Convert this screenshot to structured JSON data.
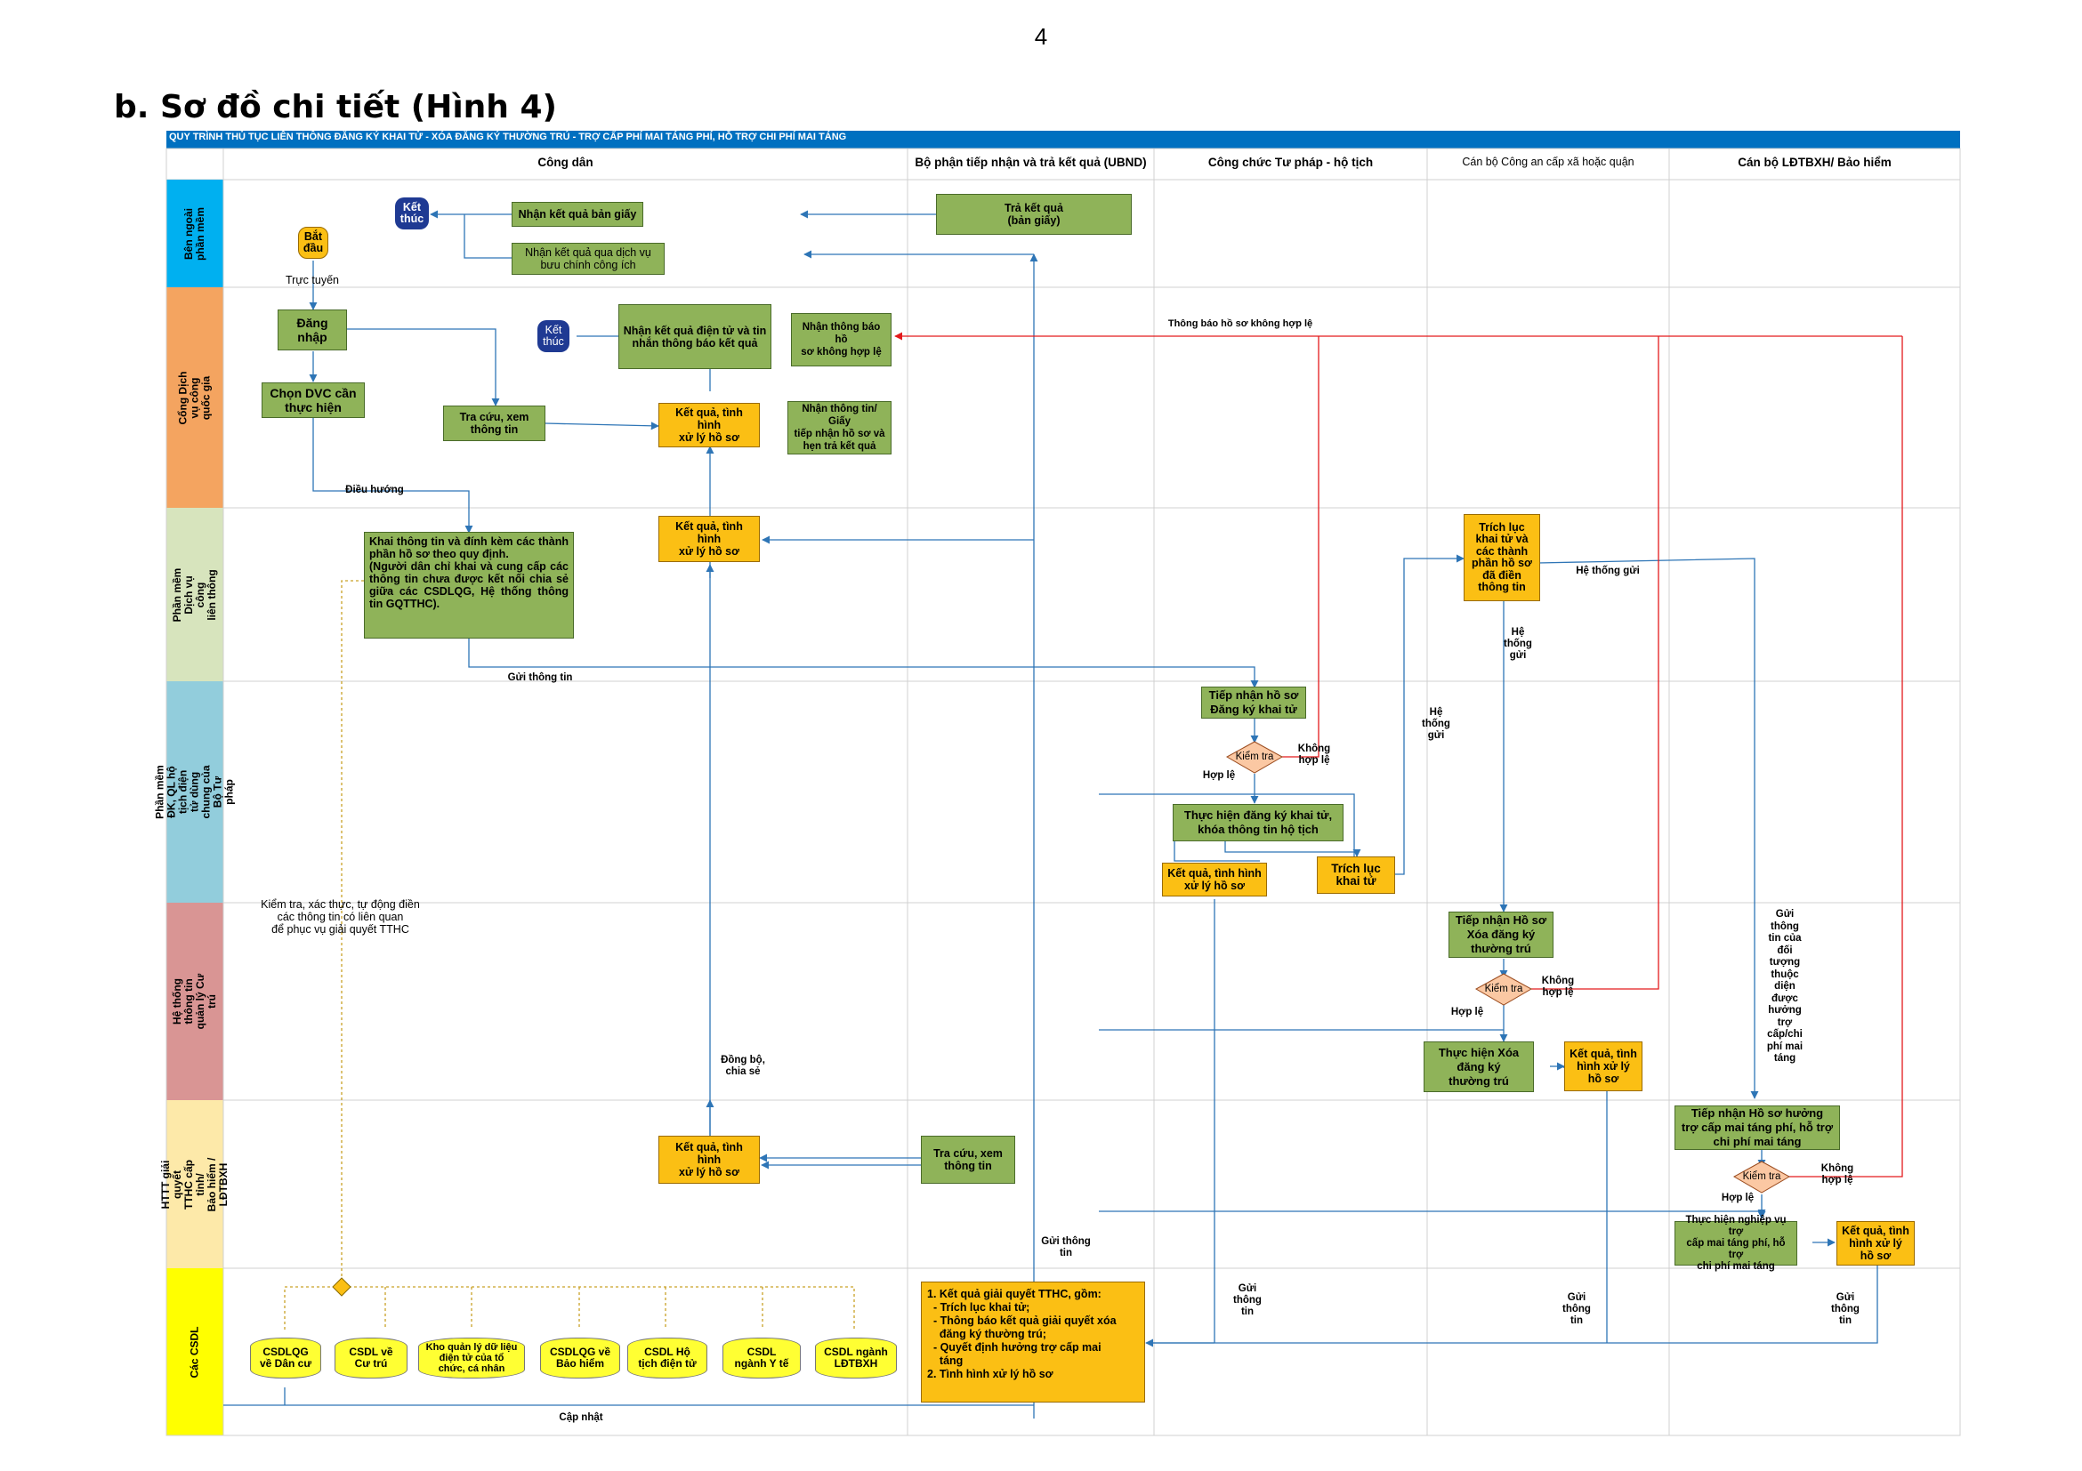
{
  "page_number": "4",
  "heading": "b.  Sơ đồ chi tiết (Hình 4)",
  "banner": "QUY TRÌNH THỦ TỤC LIÊN THÔNG ĐĂNG KÝ KHAI TỬ - XÓA ĐĂNG KÝ THƯỜNG TRÚ - TRỢ CẤP PHÍ MAI TÁNG PHÍ, HỖ TRỢ CHI PHÍ MAI TÁNG",
  "columns": [
    "Công dân",
    "Bộ phận tiếp nhận và trả kết quả (UBND)",
    "Công chức Tư pháp - hộ tịch",
    "Cán bộ Công an cấp xã hoặc quận",
    "Cán bộ LĐTBXH/ Bảo hiểm"
  ],
  "lanes": [
    "Bên ngoài phần mềm",
    "Cổng Dịch vụ công\nquốc gia",
    "Phần mềm Dịch vụ công\nliên thông",
    "Phần mềm ĐK, QL hộ tịch điện tử dùng\nchung của Bộ Tư pháp",
    "Hệ thống thông tin quản lý Cư trú",
    "HTTT giải quyết TTHC cấp tỉnh/\nBảo hiểm / LĐTBXH",
    "Các CSDL"
  ],
  "colors": {
    "banner": "#0070c0",
    "lane_cyan": "#00b0f0",
    "lane_orange": "#f4a460",
    "lane_sage": "#d7e4bd",
    "lane_blue": "#92cddc",
    "lane_pink": "#d99594",
    "lane_cream": "#fde9a9",
    "lane_yellow": "#ffff00",
    "green": "#8fb359",
    "orange": "#fbbf14",
    "flow_blue": "#2e75b6",
    "flow_red": "#e31a1c",
    "flow_gold": "#c9a227"
  },
  "nodes": {
    "ket_thuc_1": "Kết\nthúc",
    "nhan_kq_giay": "Nhận kết quả bản giấy",
    "nhan_kq_buu_chinh": "Nhận kết quả qua dịch vụ\nbưu chính công ích",
    "tra_ket_qua": "Trả kết quả\n(bản giấy)",
    "bat_dau": "Bắt\nđầu",
    "dang_nhap": "Đăng nhập",
    "chon_dvc": "Chọn DVC cần\nthực hiện",
    "tra_cuu_1": "Tra cứu, xem\nthông tin",
    "ket_thuc_2": "Kết\nthúc",
    "nhan_kq_dien_tu": "Nhận kết quả điện tử và tin\nnhắn thông báo kết quả",
    "nhan_tb_khong_hop_le": "Nhận thông báo hồ\nsơ không hợp lệ",
    "kq_tinh_hinh_1": "Kết quả, tình hình\nxử lý hồ sơ",
    "nhan_thong_tin_giay_tiep_nhan": "Nhận thông tin/ Giấy\ntiếp nhận hồ sơ và\nhẹn trả kết quả",
    "khai_thong_tin": "Khai thông tin và đính kèm các thành phần hồ sơ theo quy định.\n(Người dân chỉ khai và cung cấp các thông tin chưa được kết nối chia sẻ giữa các CSDLQG, Hệ thống thông tin GQTTHC).",
    "kq_tinh_hinh_2": "Kết quả, tình hình\nxử lý hồ sơ",
    "trich_luc_cac_thanh_phan": "Trích lục\nkhai tử và\ncác thành\nphần hồ sơ\nđã điền\nthông tin",
    "tiep_nhan_ho_so_khai_tu": "Tiếp nhận hồ sơ\nĐăng ký khai tử",
    "kiem_tra_1": "Kiểm tra",
    "thuc_hien_dk_khai_tu": "Thực hiện đăng ký khai tử,\nkhóa thông tin hộ tịch",
    "kq_tinh_hinh_3": "Kết quả, tình hình\nxử lý hồ sơ",
    "trich_luc_khai_tu": "Trích lục\nkhai tử",
    "tiep_nhan_xoa_dk": "Tiếp nhận Hồ sơ\nXóa đăng ký\nthường trú",
    "kiem_tra_2": "Kiểm tra",
    "thuc_hien_xoa": "Thực hiện Xóa\nđăng ký\nthường trú",
    "kq_tinh_hinh_4": "Kết quả, tình\nhình xử lý\nhồ sơ",
    "kq_tinh_hinh_5": "Kết quả, tình hình\nxử lý hồ sơ",
    "tra_cuu_2": "Tra cứu, xem\nthông tin",
    "tiep_nhan_mai_tang": "Tiếp nhận Hồ sơ hưởng\ntrợ cấp mai táng phí, hỗ trợ\nchi phí mai táng",
    "kiem_tra_3": "Kiểm tra",
    "thuc_hien_nghiep_vu": "Thực hiện nghiệp vụ trợ\ncấp mai táng phí, hỗ trợ\nchi phí mai táng",
    "kq_tinh_hinh_6": "Kết quả, tình\nhình xử lý\nhồ sơ",
    "ket_qua_giai_quyet": "1. Kết quả giải quyết TTHC, gồm:\n  - Trích lục khai tử;\n  - Thông báo kết quả giải quyết xóa\n    đăng ký thường trú;\n  - Quyết định hưởng trợ cấp mai\n    táng\n2. Tình hình xử lý hồ sơ"
  },
  "databases": [
    "CSDLQG\nvề Dân cư",
    "CSDL về\nCư trú",
    "Kho quản lý dữ liệu\nđiện tử của tổ\nchức, cá nhân",
    "CSDLQG về\nBảo hiểm",
    "CSDL Hộ\ntịch điện tử",
    "CSDL\nngành Y tế",
    "CSDL ngành\nLĐTBXH"
  ],
  "flow_labels": {
    "truc_tuyen": "Trực tuyến",
    "dieu_huong": "Điều hướng",
    "gui_thong_tin": "Gửi thông tin",
    "thong_bao_khong_hop_le": "Thông báo hồ sơ không hợp lệ",
    "he_thong_gui_1": "Hệ thống gửi",
    "he_thong_gui_2": "Hệ\nthống\ngửi",
    "he_thong_gui_3": "Hệ\nthống\ngửi",
    "khong_hop_le_1": "Không\nhợp lệ",
    "hop_le_1": "Hợp lệ",
    "khong_hop_le_2": "Không\nhợp lệ",
    "hop_le_2": "Hợp lệ",
    "khong_hop_le_3": "Không\nhợp lệ",
    "hop_le_3": "Hợp lệ",
    "kiem_tra_xac_thuc": "Kiểm tra, xác thực, tự động điền\ncác thông tin có liên quan\nđể phục vụ giải quyết TTHC",
    "dong_bo": "Đồng bộ,\nchia sẻ",
    "gui_thong_tin_doi_tuong": "Gửi\nthông\ntin của\nđối\ntượng\nthuộc\ndiện\nđược\nhưởng\ntrợ\ncấp/chi\nphí mai\ntáng",
    "gui_thong_tin_2": "Gửi thông\ntin",
    "gui_thong_tin_3": "Gửi\nthông\ntin",
    "gui_thong_tin_4": "Gửi\nthông\ntin",
    "gui_thong_tin_5": "Gửi\nthông\ntin",
    "cap_nhat": "Cập nhật"
  }
}
